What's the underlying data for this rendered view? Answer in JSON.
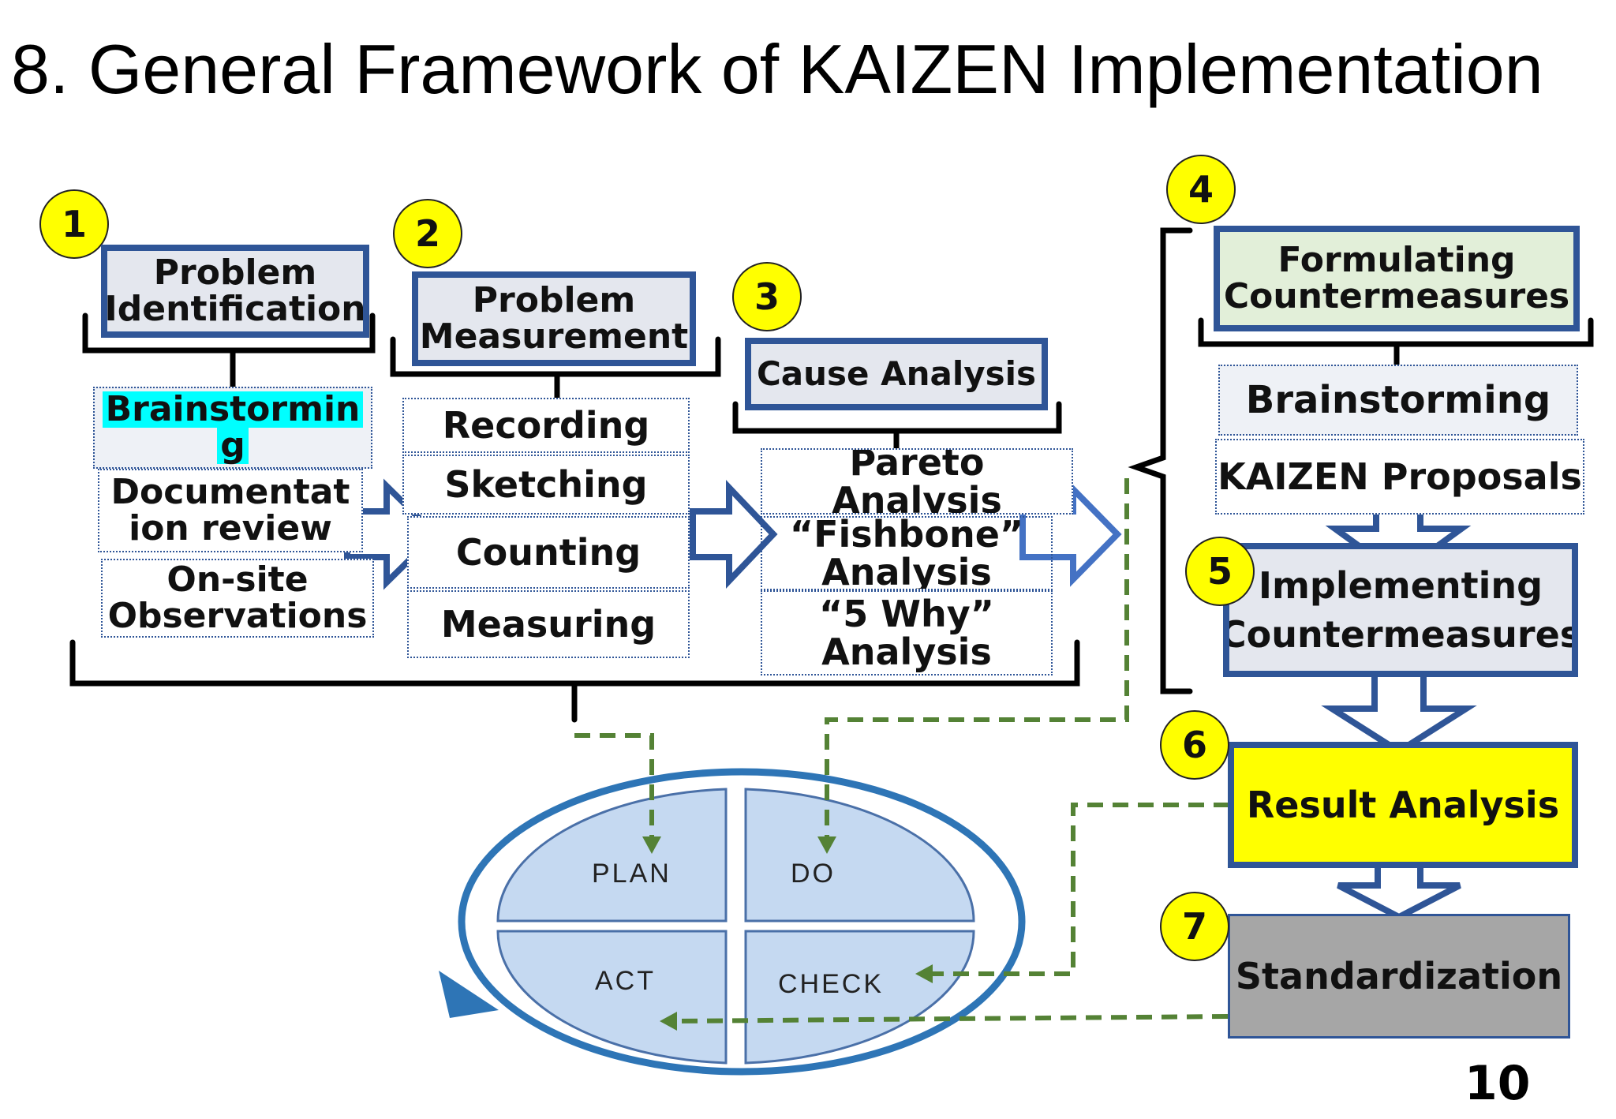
{
  "title": "8. General Framework of KAIZEN Implementation",
  "steps": {
    "s1": {
      "number": "1",
      "title_line1": "Problem",
      "title_line2": "Identification",
      "items": {
        "brainstorming_1": "Brainstormin",
        "brainstorming_2": "g",
        "doc_1": "Documentat",
        "doc_2": "ion review",
        "obs_1": "On-site",
        "obs_2": "Observations"
      }
    },
    "s2": {
      "number": "2",
      "title_line1": "Problem",
      "title_line2": "Measurement",
      "items": {
        "recording": "Recording",
        "sketching": "Sketching",
        "counting": "Counting",
        "measuring": "Measuring"
      }
    },
    "s3": {
      "number": "3",
      "title": "Cause Analysis",
      "items": {
        "pareto": "Pareto Analysis",
        "fishbone_1": "“Fishbone”",
        "fishbone_2": "Analysis",
        "why_1": "“5 Why”",
        "why_2": "Analysis"
      }
    },
    "s4": {
      "number": "4",
      "title_line1": "Formulating",
      "title_line2": "Countermeasures",
      "items": {
        "brainstorming": "Brainstorming",
        "proposals": "KAIZEN Proposals"
      }
    },
    "s5": {
      "number": "5",
      "title_line1": "Implementing",
      "title_line2": "Countermeasures"
    },
    "s6": {
      "number": "6",
      "title": "Result Analysis"
    },
    "s7": {
      "number": "7",
      "title": "Standardization"
    }
  },
  "pdca": {
    "plan": "PLAN",
    "do": "DO",
    "act": "ACT",
    "check": "CHECK"
  },
  "page_number": "10",
  "colors": {
    "border_blue": "#2f5597",
    "number_yellow": "#ffff00",
    "result_yellow": "#ffff00",
    "dashed_green": "#548235",
    "pdca_fill": "#c5d9f1",
    "cyan_highlight": "#00ffff",
    "standard_grey": "#a6a6a6"
  }
}
